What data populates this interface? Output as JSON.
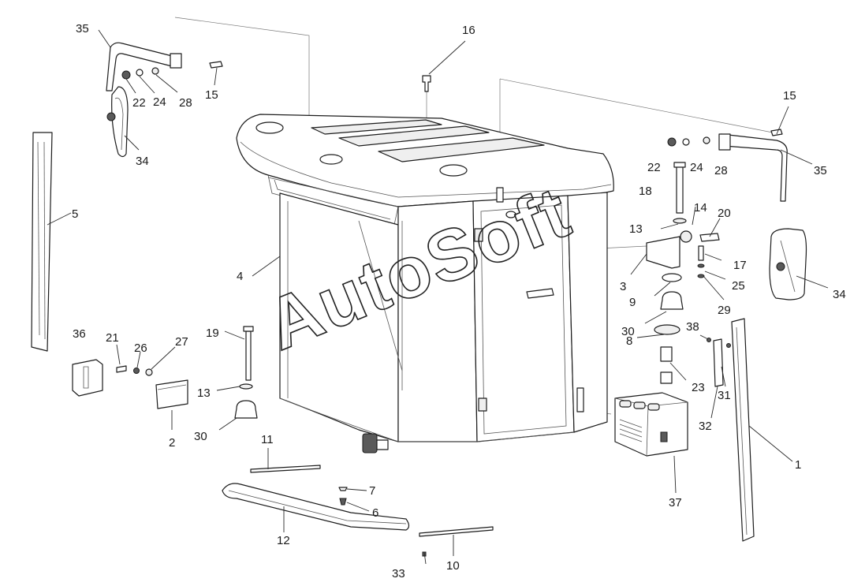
{
  "watermark": "AutoSoft",
  "callouts": [
    {
      "id": "c1",
      "label": "1"
    },
    {
      "id": "c2",
      "label": "2"
    },
    {
      "id": "c3",
      "label": "3"
    },
    {
      "id": "c4",
      "label": "4"
    },
    {
      "id": "c5",
      "label": "5"
    },
    {
      "id": "c6",
      "label": "6"
    },
    {
      "id": "c7",
      "label": "7"
    },
    {
      "id": "c8",
      "label": "8"
    },
    {
      "id": "c9",
      "label": "9"
    },
    {
      "id": "c10",
      "label": "10"
    },
    {
      "id": "c11",
      "label": "11"
    },
    {
      "id": "c12",
      "label": "12"
    },
    {
      "id": "c13a",
      "label": "13"
    },
    {
      "id": "c13b",
      "label": "13"
    },
    {
      "id": "c14",
      "label": "14"
    },
    {
      "id": "c15a",
      "label": "15"
    },
    {
      "id": "c15b",
      "label": "15"
    },
    {
      "id": "c16",
      "label": "16"
    },
    {
      "id": "c17",
      "label": "17"
    },
    {
      "id": "c18",
      "label": "18"
    },
    {
      "id": "c19",
      "label": "19"
    },
    {
      "id": "c20",
      "label": "20"
    },
    {
      "id": "c21",
      "label": "21"
    },
    {
      "id": "c22a",
      "label": "22"
    },
    {
      "id": "c22b",
      "label": "22"
    },
    {
      "id": "c23",
      "label": "23"
    },
    {
      "id": "c24a",
      "label": "24"
    },
    {
      "id": "c24b",
      "label": "24"
    },
    {
      "id": "c25",
      "label": "25"
    },
    {
      "id": "c26",
      "label": "26"
    },
    {
      "id": "c27",
      "label": "27"
    },
    {
      "id": "c28a",
      "label": "28"
    },
    {
      "id": "c28b",
      "label": "28"
    },
    {
      "id": "c29",
      "label": "29"
    },
    {
      "id": "c30a",
      "label": "30"
    },
    {
      "id": "c30b",
      "label": "30"
    },
    {
      "id": "c31",
      "label": "31"
    },
    {
      "id": "c32",
      "label": "32"
    },
    {
      "id": "c33",
      "label": "33"
    },
    {
      "id": "c34a",
      "label": "34"
    },
    {
      "id": "c34b",
      "label": "34"
    },
    {
      "id": "c35a",
      "label": "35"
    },
    {
      "id": "c35b",
      "label": "35"
    },
    {
      "id": "c36",
      "label": "36"
    },
    {
      "id": "c37",
      "label": "37"
    },
    {
      "id": "c38",
      "label": "38"
    }
  ]
}
